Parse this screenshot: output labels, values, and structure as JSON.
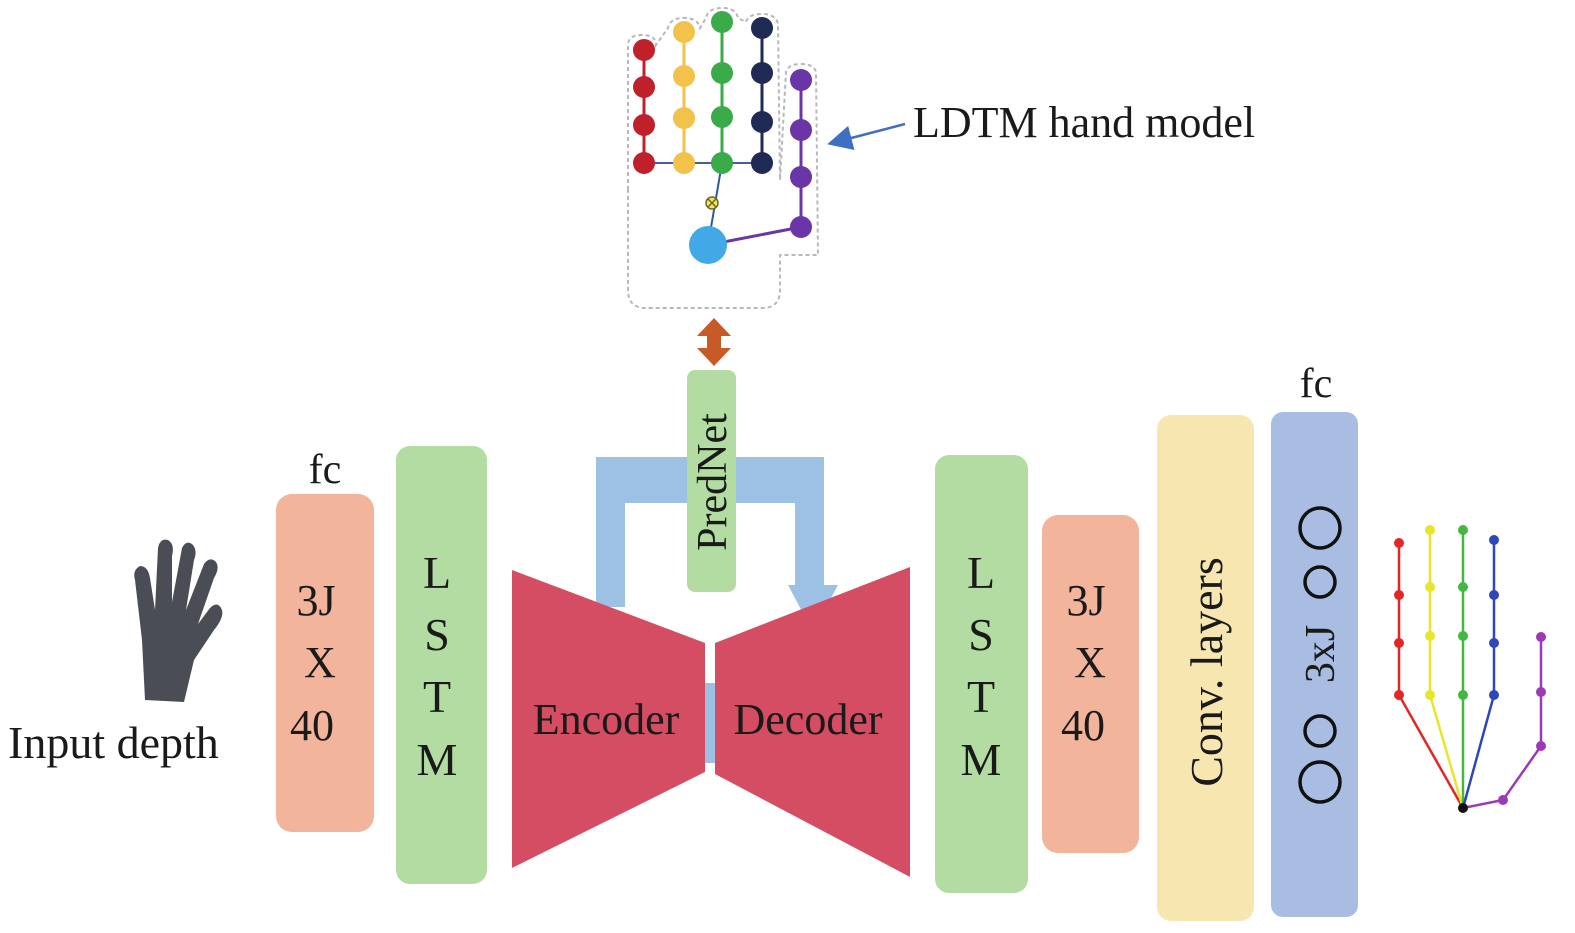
{
  "labels": {
    "input_depth": "Input depth",
    "fc_left": "fc",
    "fc_right": "fc",
    "ldtm_hand_model": "LDTM hand model",
    "prednet": "PredNet",
    "encoder": "Encoder",
    "decoder": "Decoder",
    "conv_layers": "Conv. layers",
    "output_3xj": "3xJ"
  },
  "fc_block_left": {
    "line1": "3J",
    "line2": "X",
    "line3": "40"
  },
  "fc_block_right": {
    "line1": "3J",
    "line2": "X",
    "line3": "40"
  },
  "lstm_left": {
    "l1": "L",
    "l2": "S",
    "l3": "T",
    "l4": "M"
  },
  "lstm_right": {
    "l1": "L",
    "l2": "S",
    "l3": "T",
    "l4": "M"
  },
  "colors": {
    "fc_block": "#f2b49b",
    "lstm_block": "#b3dca2",
    "encoder_decoder": "#d44d63",
    "skip_arrow": "#9dc1e4",
    "conv_block": "#f8e6b0",
    "output_block": "#a9bde3",
    "model_arrow": "#c85a28",
    "pointer_arrow": "#3f6fc0",
    "finger_thumb": "#c0202a",
    "finger_index": "#f2c24a",
    "finger_middle": "#3aab48",
    "finger_ring": "#1f2a55",
    "finger_pinky": "#6a35a6",
    "palm_joint": "#42a9e6"
  }
}
